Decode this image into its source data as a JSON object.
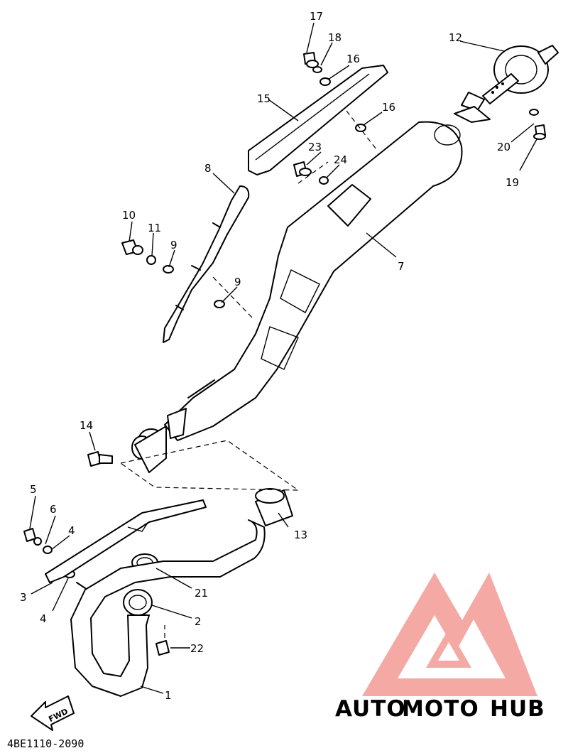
{
  "diagram": {
    "code": "4BE1110-2090",
    "fwd_label": "FWD",
    "callouts": {
      "c1": "1",
      "c2": "2",
      "c3": "3",
      "c4a": "4",
      "c4b": "4",
      "c5": "5",
      "c6": "6",
      "c7": "7",
      "c8": "8",
      "c9a": "9",
      "c9b": "9",
      "c10": "10",
      "c11": "11",
      "c12": "12",
      "c13": "13",
      "c14": "14",
      "c15": "15",
      "c16a": "16",
      "c16b": "16",
      "c17": "17",
      "c18": "18",
      "c19": "19",
      "c20": "20",
      "c21": "21",
      "c22": "22",
      "c23": "23",
      "c24": "24"
    }
  },
  "watermark": {
    "part1": "AUTO",
    "part2": "MOTO",
    "part3": "HUB",
    "colors": {
      "auto": "#f7c98f",
      "moto": "#f4a7a2",
      "hub": "#9a9a9a",
      "logo": "#f39b96"
    }
  }
}
